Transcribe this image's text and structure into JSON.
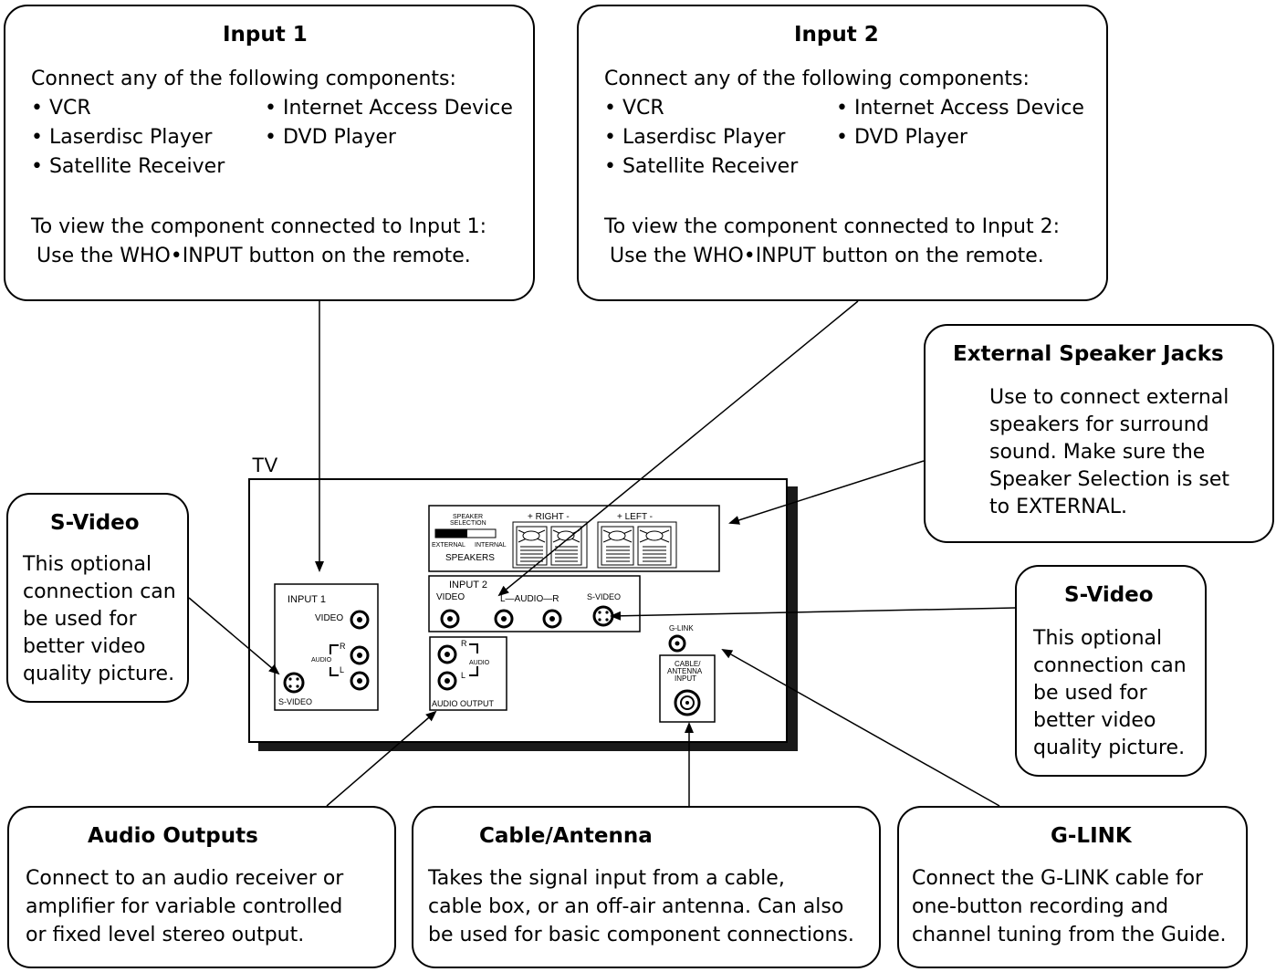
{
  "input1": {
    "title": "Input 1",
    "intro": "Connect any of the following components:",
    "items_left": [
      "• VCR",
      "• Laserdisc Player",
      "• Satellite Receiver"
    ],
    "items_right": [
      "• Internet Access Device",
      "• DVD Player"
    ],
    "view_line1": "To view the component connected to Input 1:",
    "view_line2": "Use the WHO•INPUT button on the remote."
  },
  "input2": {
    "title": "Input 2",
    "intro": "Connect any of the following components:",
    "items_left": [
      "• VCR",
      "• Laserdisc Player",
      "• Satellite Receiver"
    ],
    "items_right": [
      "• Internet Access Device",
      "• DVD Player"
    ],
    "view_line1": "To view the component connected to Input 2:",
    "view_line2": "Use the WHO•INPUT button on the remote."
  },
  "external_speakers": {
    "title": "External Speaker Jacks",
    "lines": [
      "Use to connect external",
      "speakers for surround",
      "sound.  Make sure the",
      "Speaker Selection is set",
      "to EXTERNAL."
    ]
  },
  "svideo_left": {
    "title": "S-Video",
    "lines": [
      "This optional",
      "connection can",
      "be used for",
      "better video",
      "quality picture."
    ]
  },
  "svideo_right": {
    "title": "S-Video",
    "lines": [
      "This optional",
      "connection can",
      "be used for",
      "better video",
      "quality picture."
    ]
  },
  "audio_outputs": {
    "title": "Audio Outputs",
    "lines": [
      "Connect to an audio receiver or",
      "amplifier for variable controlled",
      "or fixed level stereo output."
    ]
  },
  "cable_antenna": {
    "title": "Cable/Antenna",
    "lines": [
      "Takes the signal input from a cable,",
      "cable box, or an off-air antenna. Can also",
      "be used for basic component connections."
    ]
  },
  "glink": {
    "title": "G-LINK",
    "lines": [
      "Connect the G-LINK cable for",
      "one-button recording and",
      "channel tuning from the Guide."
    ]
  },
  "tv": {
    "label": "TV",
    "speaker_selection": [
      "SPEAKER",
      "SELECTION"
    ],
    "external": "EXTERNAL",
    "internal": "INTERNAL",
    "speakers": "SPEAKERS",
    "right": "+ RIGHT -",
    "left": "+ LEFT -",
    "input2_label": "INPUT 2",
    "input2_video": "VIDEO",
    "input2_audio": "L—AUDIO—R",
    "input2_svideo": "S-VIDEO",
    "input1_label": "INPUT 1",
    "input1_video": "VIDEO",
    "audio": "AUDIO",
    "r": "R",
    "l": "L",
    "input1_svideo": "S-VIDEO",
    "audio_output": "AUDIO OUTPUT",
    "glink": "G-LINK",
    "cable_antenna": [
      "CABLE/",
      "ANTENNA",
      "INPUT"
    ]
  }
}
